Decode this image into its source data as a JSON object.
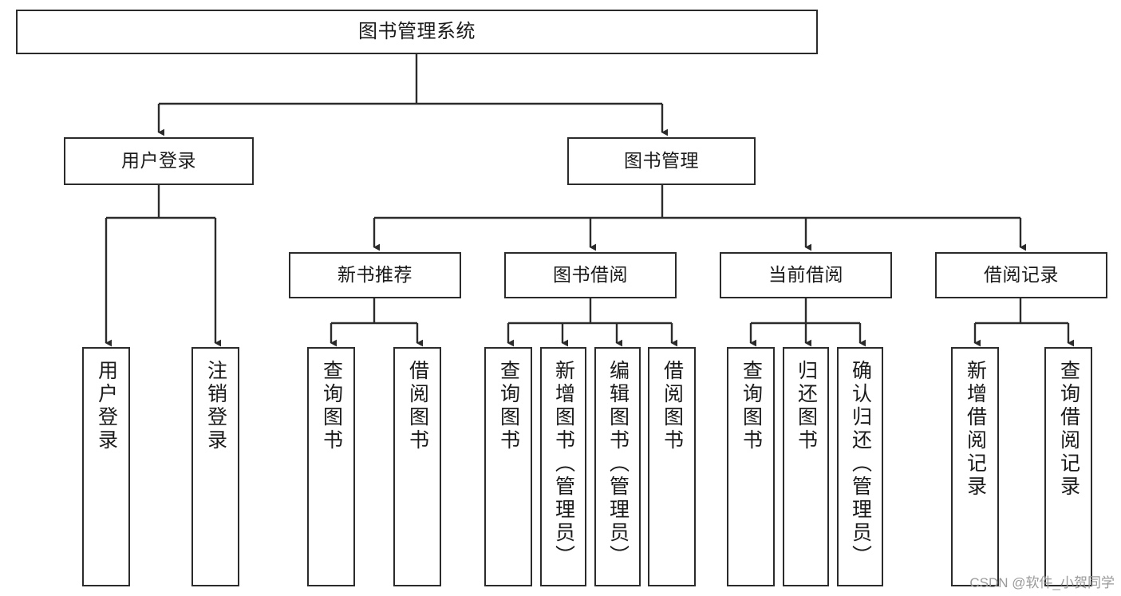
{
  "diagram": {
    "title": "图书管理系统",
    "type": "hierarchy-tree",
    "edge_color": "#2b2b2b",
    "box_border_color": "#2b2b2b",
    "box_fill_color": "#ffffff",
    "nodes": {
      "root": {
        "label": "图书管理系统"
      },
      "level2": [
        {
          "id": "user-login",
          "label": "用户登录"
        },
        {
          "id": "book-manage",
          "label": "图书管理"
        }
      ],
      "level3": [
        {
          "id": "new-book-recommend",
          "label": "新书推荐"
        },
        {
          "id": "book-borrow",
          "label": "图书借阅"
        },
        {
          "id": "current-borrow",
          "label": "当前借阅"
        },
        {
          "id": "borrow-record",
          "label": "借阅记录"
        }
      ],
      "leaves": [
        {
          "id": "leaf-user-login",
          "label": "用户登录",
          "parent": "user-login"
        },
        {
          "id": "leaf-user-logout",
          "label": "注销登录",
          "parent": "user-login"
        },
        {
          "id": "leaf-query-book-1",
          "label": "查询图书",
          "parent": "new-book-recommend"
        },
        {
          "id": "leaf-borrow-book-1",
          "label": "借阅图书",
          "parent": "new-book-recommend"
        },
        {
          "id": "leaf-query-book-2",
          "label": "查询图书",
          "parent": "book-borrow"
        },
        {
          "id": "leaf-add-book",
          "label": "新增图书（管理员）",
          "parent": "book-borrow"
        },
        {
          "id": "leaf-edit-book",
          "label": "编辑图书（管理员）",
          "parent": "book-borrow"
        },
        {
          "id": "leaf-borrow-book-2",
          "label": "借阅图书",
          "parent": "book-borrow"
        },
        {
          "id": "leaf-query-book-3",
          "label": "查询图书",
          "parent": "current-borrow"
        },
        {
          "id": "leaf-return-book",
          "label": "归还图书",
          "parent": "current-borrow"
        },
        {
          "id": "leaf-confirm-return",
          "label": "确认归还（管理员）",
          "parent": "current-borrow"
        },
        {
          "id": "leaf-add-record",
          "label": "新增借阅记录",
          "parent": "borrow-record"
        },
        {
          "id": "leaf-query-record",
          "label": "查询借阅记录",
          "parent": "borrow-record"
        }
      ]
    }
  },
  "watermark": {
    "text": "CSDN @软件_小贺同学"
  }
}
